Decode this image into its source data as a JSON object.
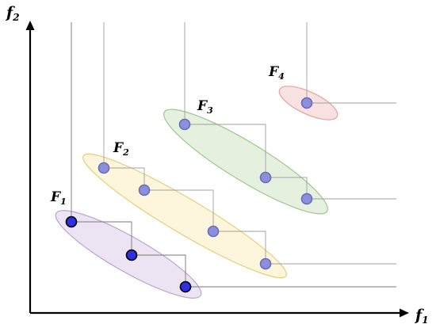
{
  "axes": {
    "x_label": {
      "base": "f",
      "sub": "1"
    },
    "y_label": {
      "base": "f",
      "sub": "2"
    }
  },
  "fronts": [
    {
      "label": {
        "base": "F",
        "sub": "1"
      },
      "fill": "#ece4f2",
      "stroke": "#b9a4cc",
      "point_fill": "#2d2fe0",
      "point_stroke": "#000000",
      "line_color": "#7a7a7a",
      "points": [
        [
          90,
          280
        ],
        [
          166,
          322
        ],
        [
          234,
          362
        ]
      ]
    },
    {
      "label": {
        "base": "F",
        "sub": "2"
      },
      "fill": "#fdf5dc",
      "stroke": "#e8cf7c",
      "point_fill": "#8c8fe0",
      "point_stroke": "#6a6cb0",
      "line_color": "#a0a0a0",
      "points": [
        [
          131,
          212
        ],
        [
          182,
          240
        ],
        [
          269,
          292
        ],
        [
          335,
          333
        ]
      ]
    },
    {
      "label": {
        "base": "F",
        "sub": "3"
      },
      "fill": "#e5f0df",
      "stroke": "#9fc690",
      "point_fill": "#8c8fe0",
      "point_stroke": "#6a6cb0",
      "line_color": "#a0a0a0",
      "points": [
        [
          233,
          157
        ],
        [
          335,
          224
        ],
        [
          387,
          251
        ]
      ]
    },
    {
      "label": {
        "base": "F",
        "sub": "4"
      },
      "fill": "#f8e1e1",
      "stroke": "#e3a2a2",
      "point_fill": "#8c8fe0",
      "point_stroke": "#6a6cb0",
      "line_color": "#a0a0a0",
      "points": [
        [
          387,
          130
        ]
      ]
    }
  ]
}
